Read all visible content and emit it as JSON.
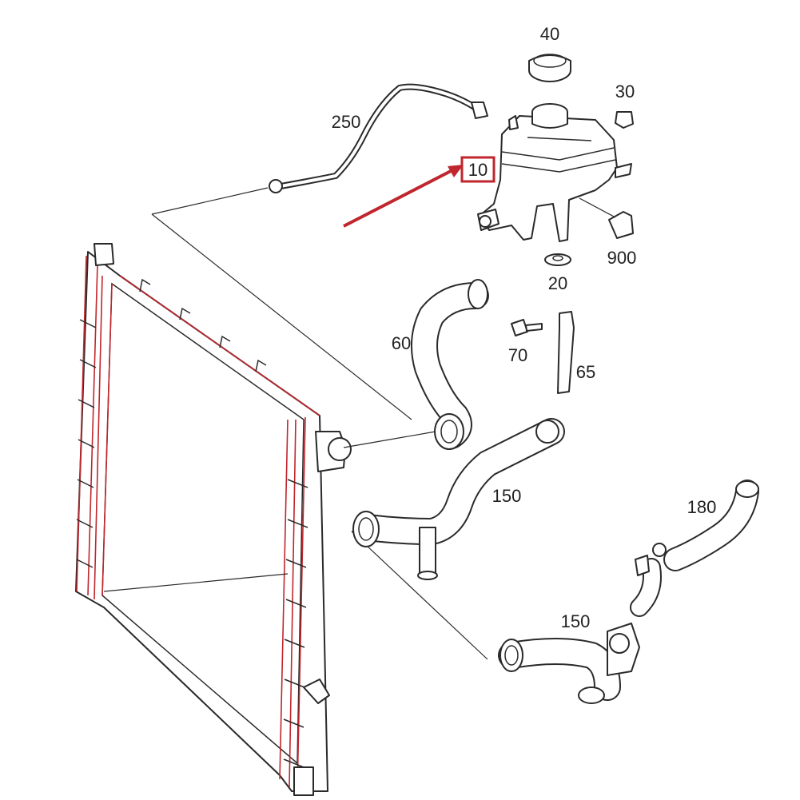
{
  "labels": {
    "part_40": "40",
    "part_30": "30",
    "part_250": "250",
    "part_10": "10",
    "part_900": "900",
    "part_20": "20",
    "part_60": "60",
    "part_70": "70",
    "part_65": "65",
    "part_150_upper": "150",
    "part_180": "180",
    "part_150_lower": "150"
  },
  "colors": {
    "highlight": "#c0262d",
    "line": "#2a2a2a",
    "radiator_accent": "#c0262d"
  },
  "highlighted_part": "10"
}
